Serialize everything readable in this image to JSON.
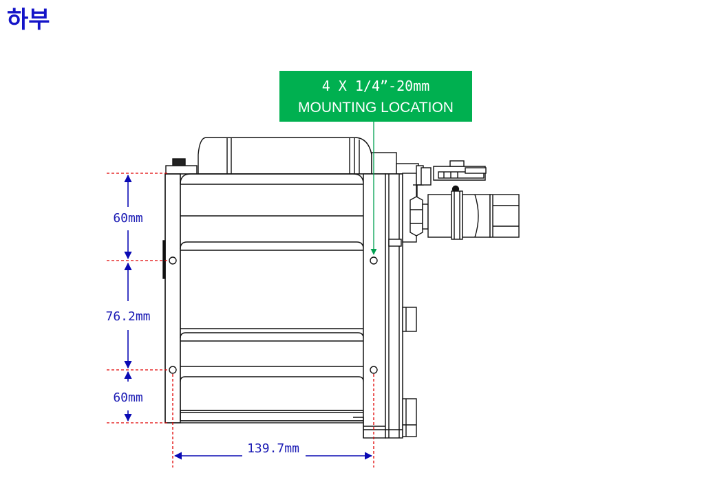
{
  "title": "하부",
  "callout": {
    "line1": "4 X 1/4”-20mm",
    "line2": "MOUNTING LOCATION"
  },
  "dimensions": {
    "top_gap": "60mm",
    "middle_gap": "76.2mm",
    "bottom_gap": "60mm",
    "hole_spacing": "139.7mm"
  },
  "colors": {
    "title": "#1414c8",
    "callout_bg": "#00b050",
    "dimension_arrow": "#0a0ab4",
    "guide_line": "#e00000",
    "outline": "#111111"
  }
}
